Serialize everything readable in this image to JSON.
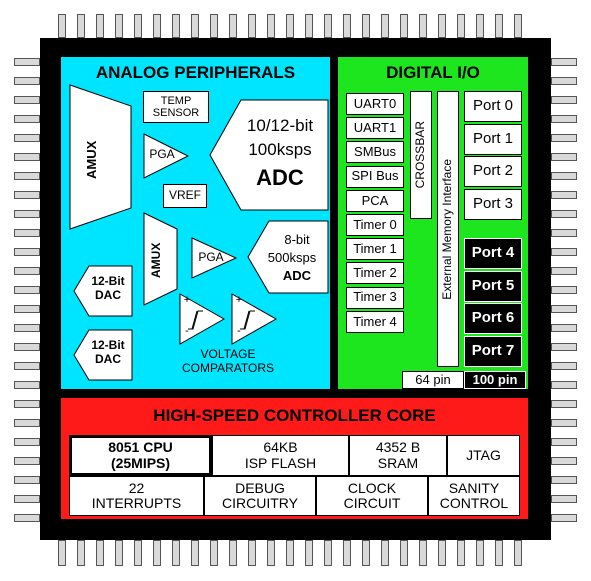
{
  "analog": {
    "title": "ANALOG PERIPHERALS",
    "amux1": "AMUX",
    "amux2": "AMUX",
    "temp_sensor": "TEMP\nSENSOR",
    "pga1": "PGA",
    "pga2": "PGA",
    "vref": "VREF",
    "adc_main": {
      "line1": "10/12-bit",
      "line2": "100ksps",
      "line3": "ADC"
    },
    "adc_small": {
      "line1": "8-bit",
      "line2": "500ksps",
      "line3": "ADC"
    },
    "dac1": "12-Bit\nDAC",
    "dac2": "12-Bit\nDAC",
    "comparators": "VOLTAGE\nCOMPARATORS",
    "comp_plus": "+",
    "comp_minus": "-"
  },
  "digital": {
    "title": "DIGITAL I/O",
    "peripherals": [
      "UART0",
      "UART1",
      "SMBus",
      "SPI Bus",
      "PCA",
      "Timer 0",
      "Timer 1",
      "Timer 2",
      "Timer 3",
      "Timer 4"
    ],
    "crossbar": "CROSSBAR",
    "emif": "External Memory Interface",
    "ports_white": [
      "Port 0",
      "Port 1",
      "Port 2",
      "Port 3"
    ],
    "ports_black": [
      "Port 4",
      "Port 5",
      "Port 6",
      "Port 7"
    ],
    "pin64": "64 pin",
    "pin100": "100 pin"
  },
  "core": {
    "title": "HIGH-SPEED CONTROLLER CORE",
    "cpu": "8051 CPU\n(25MIPS)",
    "flash": "64KB\nISP FLASH",
    "sram": "4352 B\nSRAM",
    "jtag": "JTAG",
    "interrupts": "22\nINTERRUPTS",
    "debug": "DEBUG\nCIRCUITRY",
    "clock": "CLOCK\nCIRCUIT",
    "sanity": "SANITY\nCONTROL"
  },
  "colors": {
    "analog_bg": "#00e5ff",
    "digital_bg": "#1ee61e",
    "core_bg": "#ff1a1a",
    "chip_body": "#000000",
    "pin": "#d9d9d9"
  }
}
